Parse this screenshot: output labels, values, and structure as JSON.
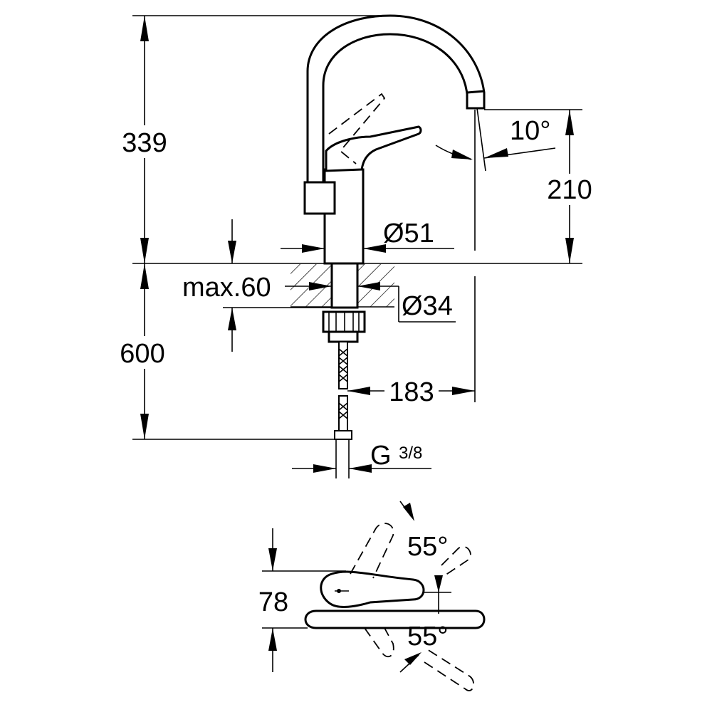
{
  "front_view": {
    "height_total": "339",
    "outlet_height": "210",
    "spout_angle": "10°",
    "body_diameter": "Ø51",
    "max_deck": "max.60",
    "hole_diameter": "Ø34",
    "hose_length": "600",
    "spout_reach": "183",
    "connection": "G",
    "connection_size": "3/8"
  },
  "top_view": {
    "handle_depth": "78",
    "angle_up": "55°",
    "angle_down": "55°"
  }
}
